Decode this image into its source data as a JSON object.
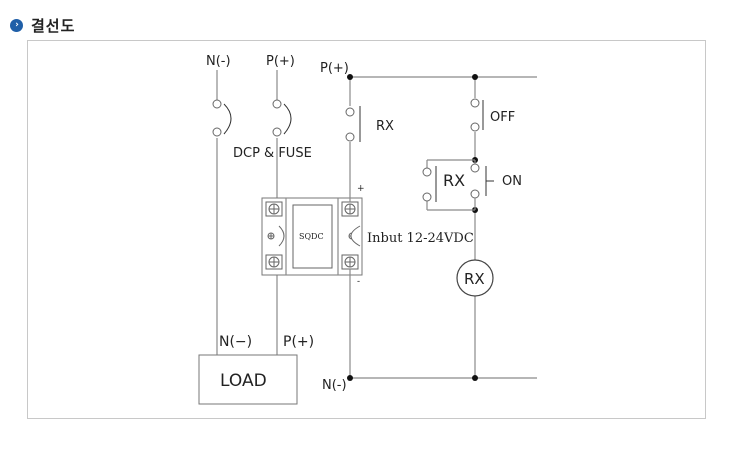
{
  "header": {
    "title": "결선도",
    "bullet_icon": "chevron-right-icon",
    "accent_color": "#1f5fa8"
  },
  "diagram": {
    "dc_neg_label": "N(-)",
    "dc_pos_label": "P(+)",
    "fuse_label": "DCP & FUSE",
    "ctrl_pos_label": "P(+)",
    "ctrl_neg_label": "N(-)",
    "rx_contact_label": "RX",
    "off_label": "OFF",
    "on_label": "ON",
    "rx_switch_label": "RX",
    "rx_coil_label": "RX",
    "relay_label": "SQDC",
    "plus_sign": "+",
    "minus_sign": "-",
    "input_label": "Inbut 12-24VDC",
    "load_neg_label": "N(−)",
    "load_pos_label": "P(+)",
    "load_label": "LOAD"
  }
}
